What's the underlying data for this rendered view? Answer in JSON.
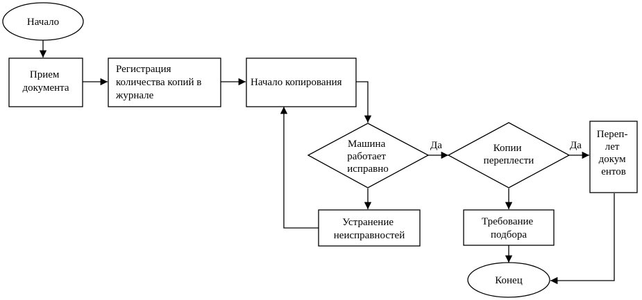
{
  "nodes": {
    "start": {
      "lines": [
        "Начало"
      ]
    },
    "receive": {
      "lines": [
        "Прием",
        "документа"
      ]
    },
    "register": {
      "lines": [
        "Регистрация",
        "количества копий в",
        "журнале"
      ]
    },
    "copy_start": {
      "lines": [
        "Начало копирования"
      ]
    },
    "machine_ok": {
      "lines": [
        "Машина",
        "работает",
        "исправно"
      ]
    },
    "fix": {
      "lines": [
        "Устранение",
        "неисправностей"
      ]
    },
    "copies_bind": {
      "lines": [
        "Копии",
        "переплести"
      ]
    },
    "demand": {
      "lines": [
        "Требование",
        "подбора"
      ]
    },
    "bind_docs": {
      "lines": [
        "Переп-",
        "лет",
        "докум",
        "ентов"
      ]
    },
    "end": {
      "lines": [
        "Конец"
      ]
    }
  },
  "edges": {
    "yes_1": "Да",
    "yes_2": "Да"
  },
  "colors": {
    "stroke": "#000000",
    "fill": "#ffffff"
  }
}
